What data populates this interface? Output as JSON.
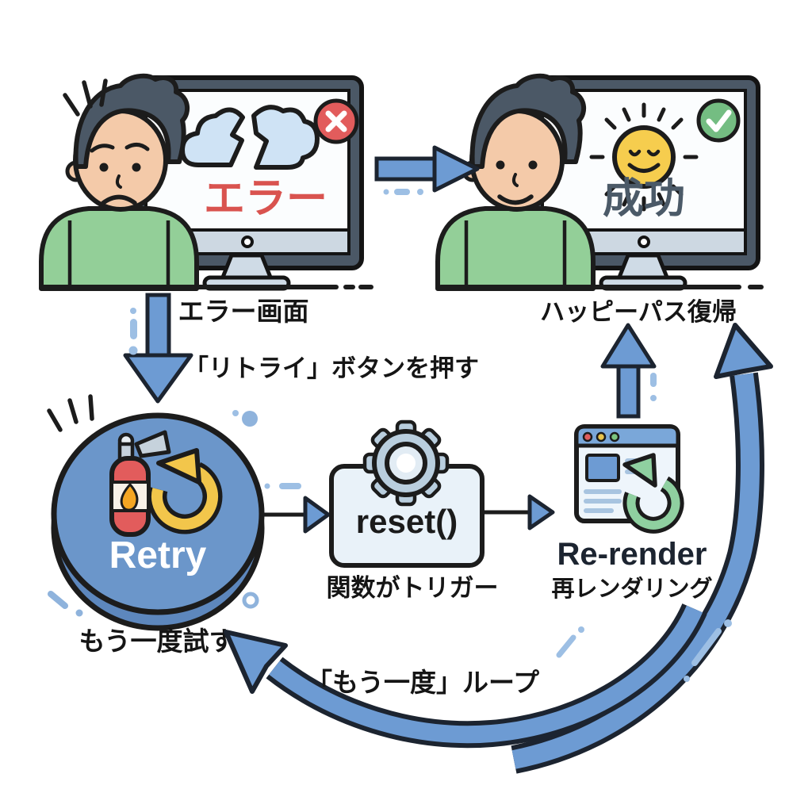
{
  "title": "Error retry and re-render recovery flow diagram",
  "error_panel": {
    "screen_text": "エラー",
    "caption": "エラー画面",
    "badge": "x-circle"
  },
  "success_panel": {
    "screen_text": "成功",
    "caption": "ハッピーパス復帰",
    "badge": "check-circle"
  },
  "flow": {
    "press_retry_label": "「リトライ」ボタンを押す",
    "retry_button_label": "Retry",
    "retry_caption": "もう一度試す",
    "reset_label": "reset()",
    "reset_caption": "関数がトリガー",
    "rerender_label": "Re-render",
    "rerender_caption": "再レンダリング",
    "loop_label": "「もう一度」ループ"
  },
  "icons": {
    "error_badge": "x-circle",
    "success_badge": "check-circle",
    "error_screen": "broken-cloud",
    "success_screen": "smiling-sun",
    "retry_button": "fire-extinguisher-with-circular-arrow",
    "reset_box": "gear",
    "rerender": "browser-window-with-refresh-arrow"
  },
  "colors": {
    "arrow_blue": "#6d9bd3",
    "outline": "#1c2430",
    "error_red": "#e25c5c",
    "error_text_red": "#d9534f",
    "success_green": "#74bd82",
    "success_text_gray": "#4b5a68",
    "accent_yellow": "#f2c64b",
    "refresh_green": "#8fd0a0",
    "retry_button_blue": "#6b96ca",
    "shirt_green": "#93cf98",
    "skin": "#f4caa9",
    "hair_gray": "#4b5866",
    "reset_box_fill": "#e9f2f9",
    "gear_gray": "#b9cede",
    "decor_blue": "#9dbfe4",
    "browser_bar_blue": "#7aa7d9"
  }
}
